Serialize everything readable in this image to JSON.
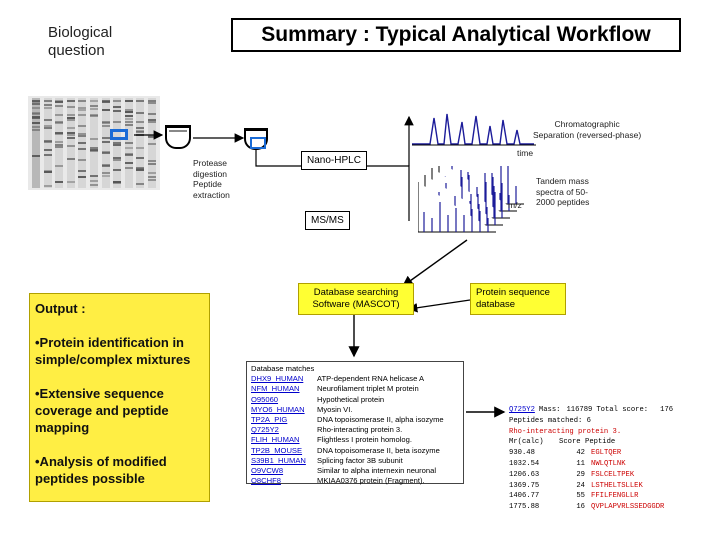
{
  "biological_question": [
    "Biological",
    "question"
  ],
  "title": "Summary : Typical Analytical Workflow",
  "steps": {
    "digestion": [
      "Protease",
      "digestion",
      "Peptide",
      "extraction"
    ],
    "nano_hplc": "Nano-HPLC",
    "msms": "MS/MS",
    "chromatographic": [
      "Chromatographic",
      "Separation (reversed-phase)"
    ],
    "time_label": "time",
    "mz_label": "m/z",
    "tandem": [
      "Tandem mass",
      "spectra of 50-",
      "2000 peptides"
    ]
  },
  "database_searching": [
    "Database searching",
    "Software (MASCOT)"
  ],
  "protein_db": [
    "Protein sequence",
    "database"
  ],
  "output": {
    "heading": "Output :",
    "items": [
      "•Protein identification in simple/complex mixtures",
      "•Extensive sequence coverage and peptide mapping",
      "•Analysis of modified peptides possible"
    ]
  },
  "matches": {
    "header": "Database matches",
    "rows": [
      {
        "acc": "DHX9_HUMAN",
        "desc": "ATP-dependent RNA helicase A"
      },
      {
        "acc": "NFM_HUMAN",
        "desc": "Neurofilament triplet M protein"
      },
      {
        "acc": "O95060",
        "desc": "Hypothetical protein"
      },
      {
        "acc": "MYO6_HUMAN",
        "desc": "Myosin VI."
      },
      {
        "acc": "TP2A_PIG",
        "desc": "DNA topoisomerase II, alpha isozyme"
      },
      {
        "acc": "Q725Y2",
        "desc": "Rho-interacting protein 3."
      },
      {
        "acc": "FLIH_HUMAN",
        "desc": "Flightless I protein homolog."
      },
      {
        "acc": "TP2B_MOUSE",
        "desc": "DNA topoisomerase II, beta isozyme"
      },
      {
        "acc": "S39B1_HUMAN",
        "desc": "Splicing factor 3B subunit"
      },
      {
        "acc": "O9VCW8",
        "desc": "Similar to alpha internexin neuronal"
      },
      {
        "acc": "O8CHF8",
        "desc": "MKIAA0376 protein (Fragment)."
      }
    ]
  },
  "result": {
    "line1": {
      "acc": "Q725Y2",
      "mass_label": "Mass:",
      "mass": "116789",
      "score_label": "Total score:",
      "score": "176"
    },
    "line2": "Peptides matched: 6",
    "line3": "Rho-interacting protein 3.",
    "header": [
      "Mr(calc)",
      "Score",
      "Peptide"
    ],
    "rows": [
      {
        "mr": "930.48",
        "score": "42",
        "pep": "EGLTQER"
      },
      {
        "mr": "1032.54",
        "score": "11",
        "pep": "NWLQTLNK"
      },
      {
        "mr": "1206.63",
        "score": "29",
        "pep": "FSLCELTPEK"
      },
      {
        "mr": "1369.75",
        "score": "24",
        "pep": "LSTHELTSLLEK"
      },
      {
        "mr": "1406.77",
        "score": "55",
        "pep": "FFILFENGLLR"
      },
      {
        "mr": "1775.88",
        "score": "16",
        "pep": "QVPLAPVRLSSEDGGDR"
      }
    ]
  },
  "colors": {
    "accent_blue": "#1a6bd6",
    "output_yellow": "#ffee44",
    "db_yellow": "#ffff33",
    "link_blue": "#0000cc",
    "peptide_red": "#cc0000"
  }
}
